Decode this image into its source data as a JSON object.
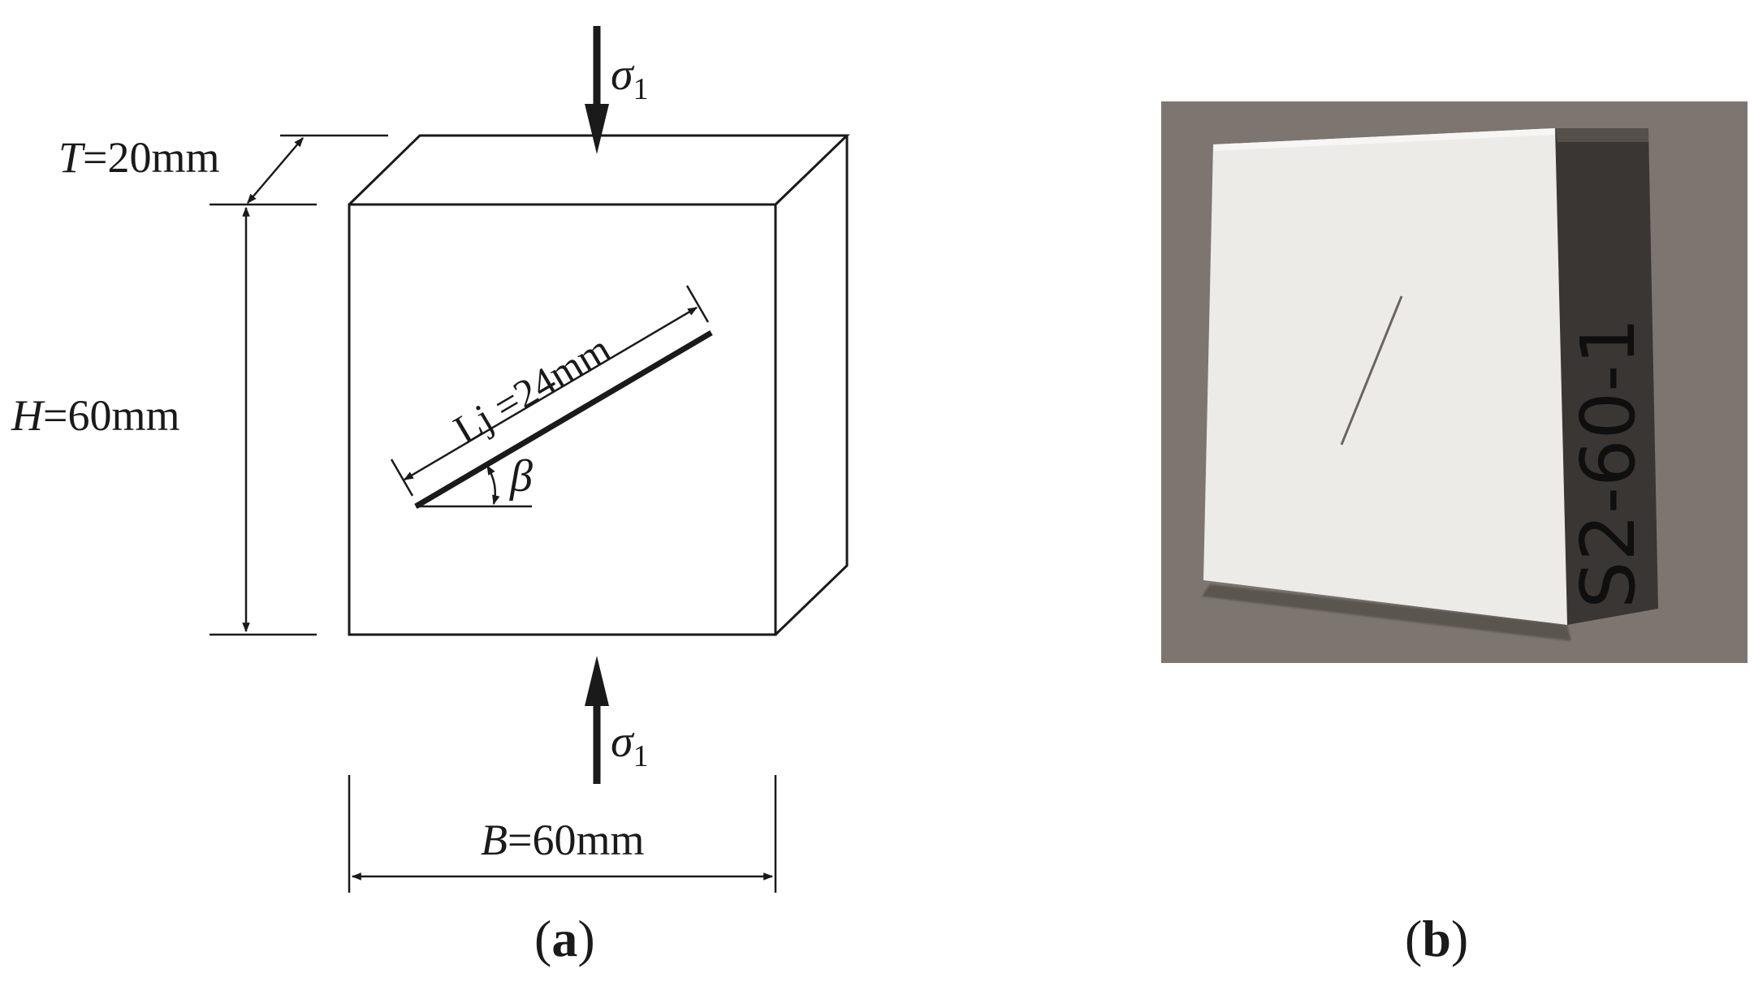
{
  "figure": {
    "panel_a": {
      "label": "(a)",
      "label_letter": "a",
      "stress_top": {
        "symbol": "σ",
        "subscript": "1"
      },
      "stress_bottom": {
        "symbol": "σ",
        "subscript": "1"
      },
      "thickness": {
        "variable": "T",
        "value": "=20mm"
      },
      "height": {
        "variable": "H",
        "value": "=60mm"
      },
      "width": {
        "variable": "B",
        "value": "=60mm"
      },
      "flaw_length": {
        "text": "Lj =24mm"
      },
      "flaw_angle": {
        "symbol": "β"
      }
    },
    "panel_b": {
      "label": "(b)",
      "label_letter": "b",
      "specimen_mark": "S2-60-1"
    }
  }
}
